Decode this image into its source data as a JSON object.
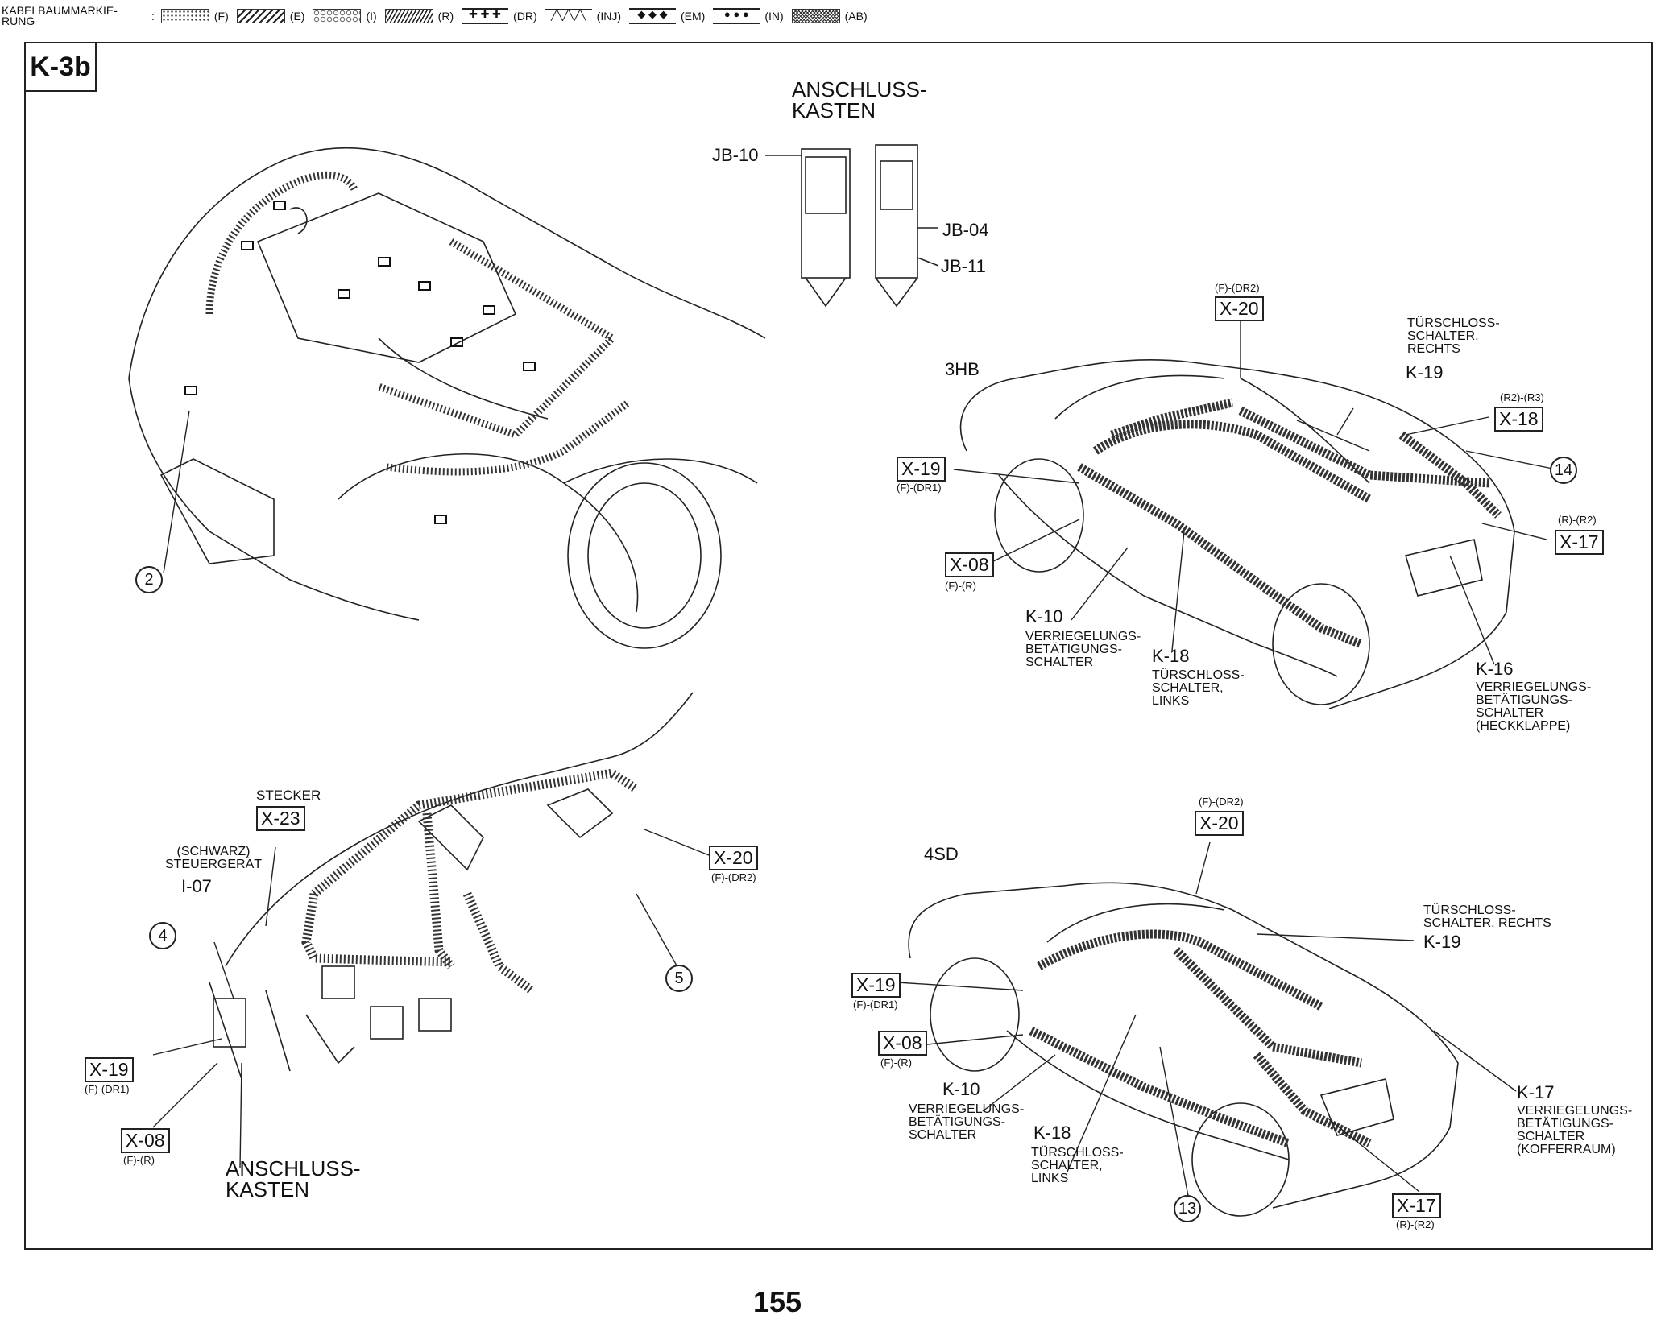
{
  "legend": {
    "title": "KABELBAUMMARKIE-\nRUNG",
    "separator": ":",
    "items": [
      {
        "code": "(F)",
        "pattern": "dots"
      },
      {
        "code": "(E)",
        "pattern": "waves"
      },
      {
        "code": "(I)",
        "pattern": "hex"
      },
      {
        "code": "(R)",
        "pattern": "hatch"
      },
      {
        "code": "(DR)",
        "pattern": "plus"
      },
      {
        "code": "(INJ)",
        "pattern": "zigzag"
      },
      {
        "code": "(EM)",
        "pattern": "diamonds"
      },
      {
        "code": "(IN)",
        "pattern": "circles"
      },
      {
        "code": "(AB)",
        "pattern": "crosshatch"
      }
    ]
  },
  "page_id": "K-3b",
  "junction_box": {
    "title": "ANSCHLUSS-\nKASTEN",
    "jb10": "JB-10",
    "jb04": "JB-04",
    "jb11": "JB-11"
  },
  "hb": {
    "variant": "3HB",
    "x20": "X-20",
    "x20_code": "(F)-(DR2)",
    "k19_desc": "TÜRSCHLOSS-\nSCHALTER,\nRECHTS",
    "k19": "K-19",
    "x18": "X-18",
    "x18_code": "(R2)-(R3)",
    "x19": "X-19",
    "x19_code": "(F)-(DR1)",
    "x08": "X-08",
    "x08_code": "(F)-(R)",
    "bubble14": "14",
    "x17": "X-17",
    "x17_code": "(R)-(R2)",
    "k10": "K-10",
    "k10_desc": "VERRIEGELUNGS-\nBETÄTIGUNGS-\nSCHALTER",
    "k18": "K-18",
    "k18_desc": "TÜRSCHLOSS-\nSCHALTER,\nLINKS",
    "k16": "K-16",
    "k16_desc": "VERRIEGELUNGS-\nBETÄTIGUNGS-\nSCHALTER\n(HECKKLAPPE)"
  },
  "engine": {
    "bubble2": "2"
  },
  "dash": {
    "stecker": "STECKER",
    "x23": "X-23",
    "schwarz": "(SCHWARZ)\nSTEUERGERÄT",
    "i07": "I-07",
    "bubble4": "4",
    "x20": "X-20",
    "x20_code": "(F)-(DR2)",
    "bubble5": "5",
    "x19": "X-19",
    "x19_code": "(F)-(DR1)",
    "x08": "X-08",
    "x08_code": "(F)-(R)",
    "jb_label": "ANSCHLUSS-\nKASTEN"
  },
  "sd": {
    "variant": "4SD",
    "x20": "X-20",
    "x20_code": "(F)-(DR2)",
    "k19_desc": "TÜRSCHLOSS-\nSCHALTER, RECHTS",
    "k19": "K-19",
    "x19": "X-19",
    "x19_code": "(F)-(DR1)",
    "x08": "X-08",
    "x08_code": "(F)-(R)",
    "k10": "K-10",
    "k10_desc": "VERRIEGELUNGS-\nBETÄTIGUNGS-\nSCHALTER",
    "k18": "K-18",
    "k18_desc": "TÜRSCHLOSS-\nSCHALTER,\nLINKS",
    "bubble13": "13",
    "k17": "K-17",
    "k17_desc": "VERRIEGELUNGS-\nBETÄTIGUNGS-\nSCHALTER\n(KOFFERRAUM)",
    "x17": "X-17",
    "x17_code": "(R)-(R2)"
  },
  "page_number": "155"
}
